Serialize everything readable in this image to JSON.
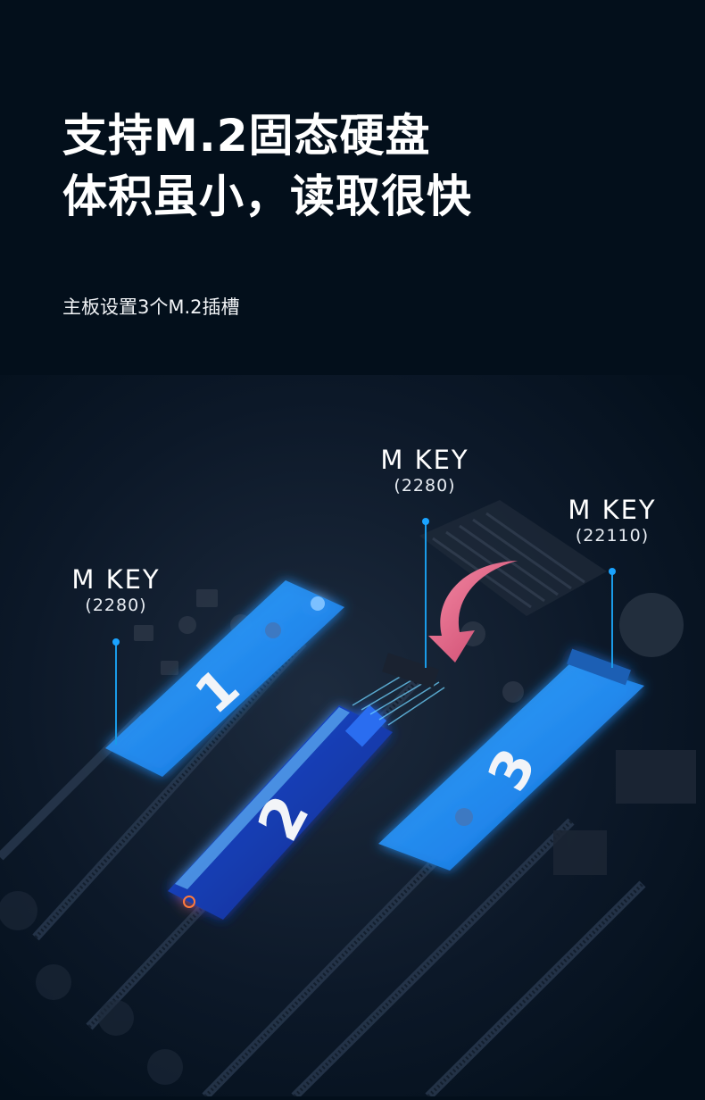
{
  "headline": {
    "line1": "支持M.2固态硬盘",
    "line2": "体积虽小，读取很快"
  },
  "subtitle": "主板设置3个M.2插槽",
  "slots": [
    {
      "number": "1",
      "key": "M KEY",
      "size": "(2280)"
    },
    {
      "number": "2",
      "key": "M KEY",
      "size": "(2280)"
    },
    {
      "number": "3",
      "key": "M KEY",
      "size": "(22110)"
    }
  ],
  "colors": {
    "background": "#030f1b",
    "slot_glow": "#1f8fff",
    "callout_line": "#1a9be8",
    "arrow": "#e46a8a"
  }
}
